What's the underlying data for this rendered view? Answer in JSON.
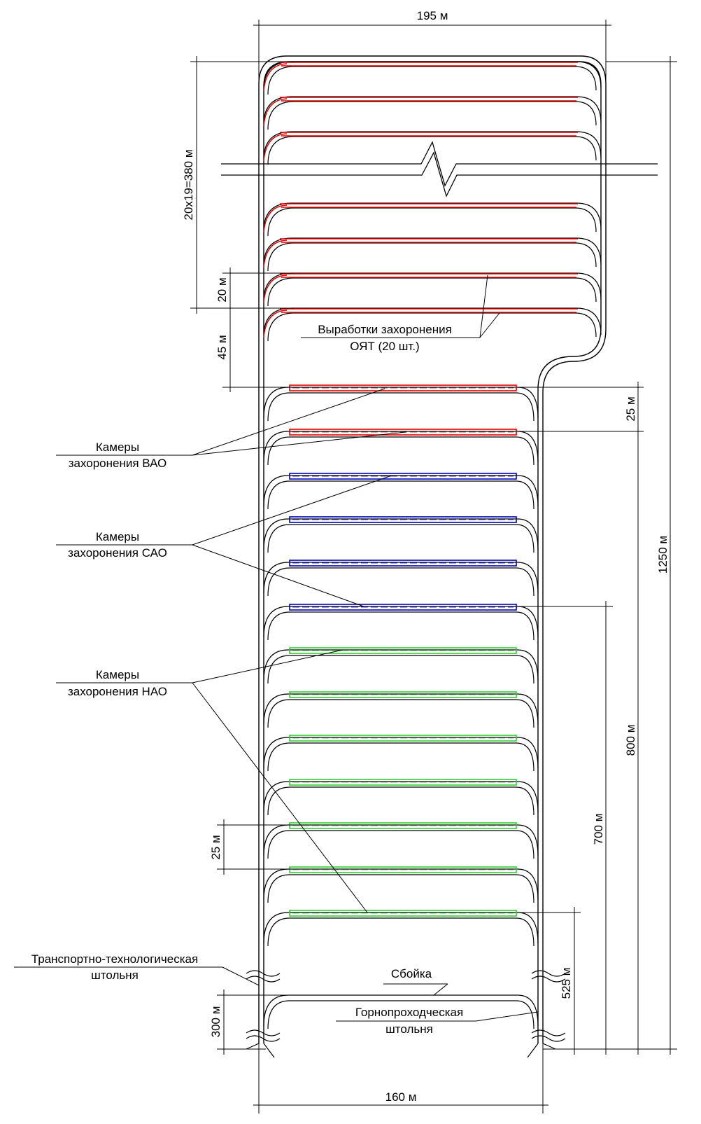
{
  "dimensions": {
    "top_width": "195 м",
    "bottom_width": "160 м",
    "spent_fuel_pitch": "20х19=380 м",
    "spacing_20": "20 м",
    "spacing_45": "45 м",
    "spacing_25_right": "25 м",
    "spacing_25_left": "25 м",
    "total_length": "1250 м",
    "length_800": "800 м",
    "length_700": "700 м",
    "length_525": "525 м",
    "length_300": "300 м"
  },
  "labels": {
    "spent_fuel_line1": "Выработки захоронения",
    "spent_fuel_line2": "ОЯТ (20 шт.)",
    "hlw_line1": "Камеры",
    "hlw_line2": "захоронения ВАО",
    "ilw_line1": "Камеры",
    "ilw_line2": "захоронения САО",
    "llw_line1": "Камеры",
    "llw_line2": "захоронения НАО",
    "transport_line1": "Транспортно-технологическая",
    "transport_line2": "штольня",
    "crosscut": "Сбойка",
    "mining_line1": "Горнопроходческая",
    "mining_line2": "штольня"
  },
  "colors": {
    "spent_fuel": "#dd0000",
    "hlw": "#dd0000",
    "ilw": "#0000bb",
    "llw": "#33cc33",
    "tunnel": "#000000"
  },
  "legend_counts": {
    "spent_fuel_drifts": 20,
    "hlw_chambers": 2,
    "ilw_chambers": 4,
    "llw_chambers": 7
  }
}
